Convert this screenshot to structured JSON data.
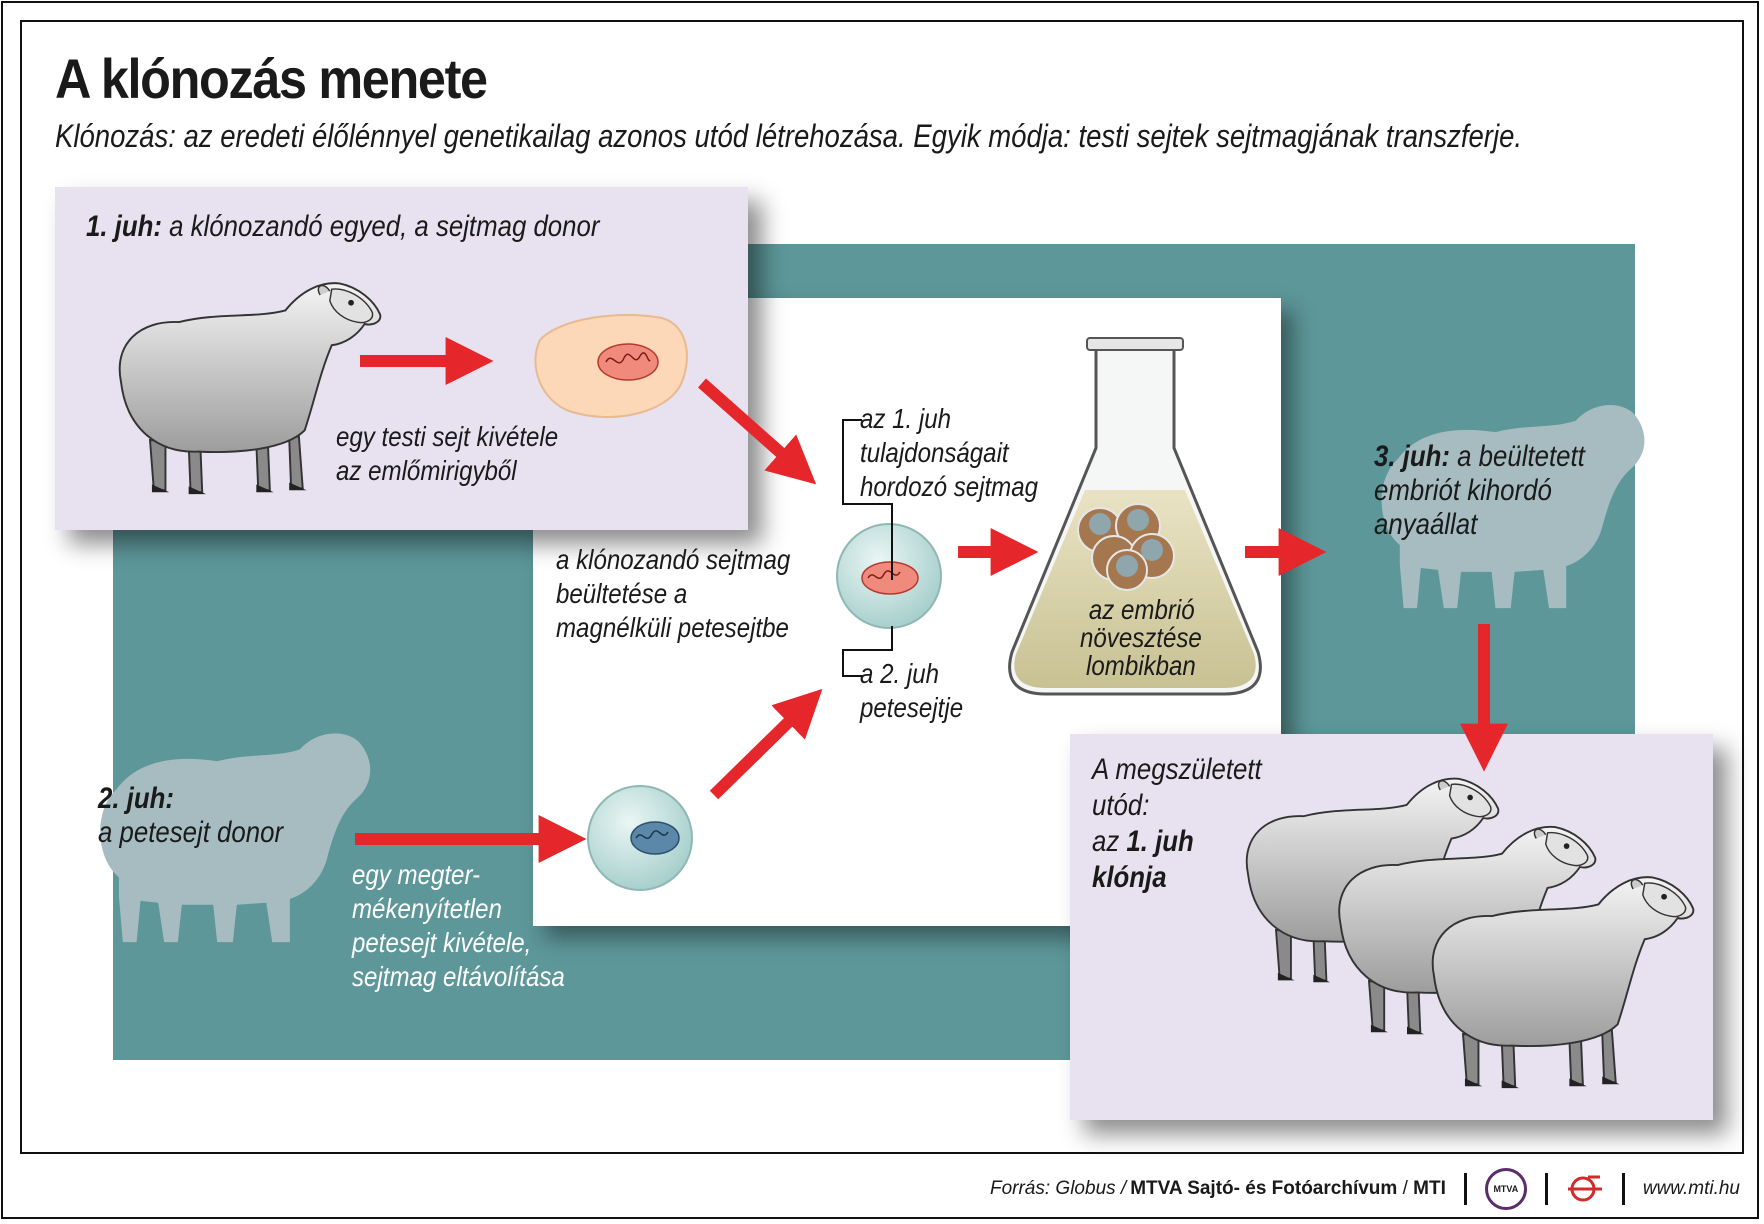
{
  "title": "A klónozás menete",
  "subtitle": "Klónozás: az eredeti élőlénnyel genetikailag azonos utód létrehozása. Egyik módja: testi sejtek sejtmagjának transzferje.",
  "sheep1": {
    "label_bold": "1. juh:",
    "label_text": " a klónozandó egyed, a sejtmag donor"
  },
  "step1": {
    "line1": "egy testi sejt kivétele",
    "line2": "az emlőmirigyből"
  },
  "sheep2": {
    "label_bold": "2. juh:",
    "label_text": "a petesejt donor"
  },
  "step2": {
    "line1": "egy megter-",
    "line2": "mékenyítetlen",
    "line3": "petesejt kivétele,",
    "line4": "sejtmag eltávolítása"
  },
  "transfer": {
    "line1": "a klónozandó sejtmag",
    "line2": "beültetése a",
    "line3": "magnélküli petesejtbe"
  },
  "nucleus_note": {
    "line1": "az 1. juh",
    "line2": "tulajdonságait",
    "line3": "hordozó sejtmag"
  },
  "egg_note": {
    "line1": "a 2. juh",
    "line2": "petesejtje"
  },
  "flask": {
    "line1": "az embrió",
    "line2": "növesztése",
    "line3": "lombikban"
  },
  "sheep3": {
    "label_bold": "3. juh:",
    "line1": " a beültetett",
    "line2": "embriót kihordó",
    "line3": "anyaállat"
  },
  "offspring": {
    "line1": "A megszületett",
    "line2": "utód:",
    "line3_pre": "az ",
    "line3_bold": "1. juh",
    "line4_bold": "klónja"
  },
  "footer": {
    "source_prefix": "Forrás: Globus / ",
    "source_bold": "MTVA Sajtó- és Fotóarchívum",
    "source_mid": " / ",
    "source_bold2": "MTI",
    "logo_text": "MTVA",
    "url": "www.mti.hu"
  },
  "colors": {
    "teal": "#5d9799",
    "panel": "#e8e1ef",
    "arrow": "#e5262b",
    "silhouette": "#a6bcc1"
  }
}
